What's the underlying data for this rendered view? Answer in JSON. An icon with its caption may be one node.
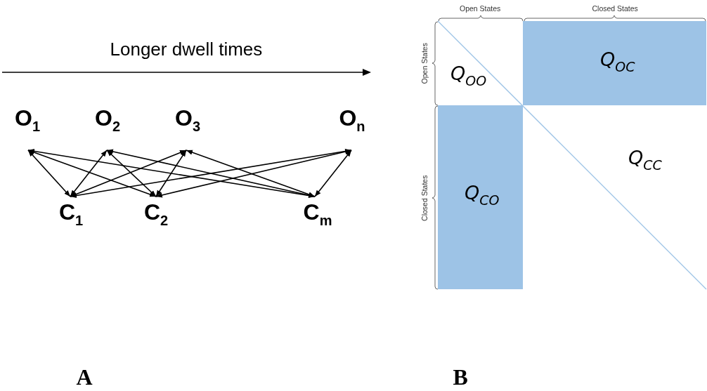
{
  "diagram": {
    "nodes": [
      {
        "text": [
          "O$_{1}$"
        ]
      },
      {
        "text": [
          "O$_{2}$"
        ]
      },
      {
        "text": [
          "O$_{3}$"
        ]
      },
      {
        "text": [
          "O$_{n}$"
        ]
      },
      {
        "text": [
          "C$_{1}$"
        ]
      },
      {
        "text": [
          "C$_{2}$"
        ]
      },
      {
        "text": [
          "C$_{m}$"
        ]
      },
      {
        "text": [
          "Q$_{OO}$"
        ]
      },
      {
        "text": [
          "Q$_{OC}$"
        ]
      },
      {
        "text": [
          "Q$_{CO}$"
        ]
      },
      {
        "text": [
          "Q$_{CC}$"
        ]
      }
    ],
    "edges": [
      {
        "from": 0,
        "to": 4,
        "arrow": "both"
      },
      {
        "from": 0,
        "to": 5,
        "arrow": "both"
      },
      {
        "from": 0,
        "to": 6,
        "arrow": "both"
      },
      {
        "from": 1,
        "to": 4,
        "arrow": "both"
      },
      {
        "from": 1,
        "to": 5,
        "arrow": "both"
      },
      {
        "from": 1,
        "to": 6,
        "arrow": "both"
      },
      {
        "from": 2,
        "to": 4,
        "arrow": "both"
      },
      {
        "from": 2,
        "to": 5,
        "arrow": "both"
      },
      {
        "from": 2,
        "to": 6,
        "arrow": "both"
      },
      {
        "from": 3,
        "to": 4,
        "arrow": "both"
      },
      {
        "from": 3,
        "to": 5,
        "arrow": "both"
      },
      {
        "from": 3,
        "to": 6,
        "arrow": "both"
      }
    ],
    "labels": [
      "Longer dwell times",
      "Open States",
      "Closed States",
      "Open States",
      "Closed States",
      "A",
      "B"
    ]
  }
}
